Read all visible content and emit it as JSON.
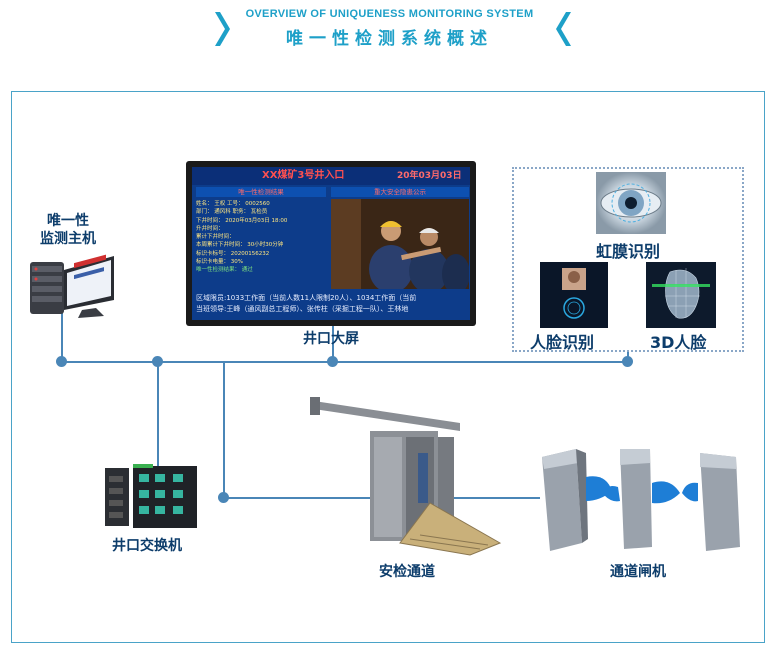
{
  "header": {
    "title_en": "OVERVIEW OF UNIQUENESS MONITORING SYSTEM",
    "title_zh": "唯一性检测系统概述"
  },
  "labels": {
    "host": [
      "唯一性",
      "监测主机"
    ],
    "screen": "井口大屏",
    "iris": "虹膜识别",
    "face": "人脸识别",
    "face3d": "3D人脸",
    "switch": "井口交换机",
    "security": "安检通道",
    "gate": "通道闸机"
  },
  "screen": {
    "title": "XX煤矿3号井入口",
    "date": "20年03月03日",
    "left_panel": "唯一性检测结果",
    "right_panel": "重大安全隐患公示",
    "info_lines": [
      "姓名：  王权            工号：  0002560",
      "部门：  通风科          职务：  瓦检员",
      "下井时间：  2020年03月03日 18:00",
      "升井时间：",
      "累计下井时间：",
      "本周累计下井时间：  30小时30分钟",
      "标识卡标号：  20200156232",
      "标识卡电量：  30%",
      "唯一性检测结果：  通过"
    ],
    "ticker_1": "区域限员:1033工作面（当前人数11人限制20人）、1034工作面（当前",
    "ticker_2": "当班领导:王峰（通风副总工程师）、张传柱（采掘工程一队）、王林地"
  },
  "colors": {
    "accent": "#1ea0c8",
    "label": "#0d3d6b",
    "line": "#4a86b7",
    "gate_wing": "#1e7ed6"
  }
}
